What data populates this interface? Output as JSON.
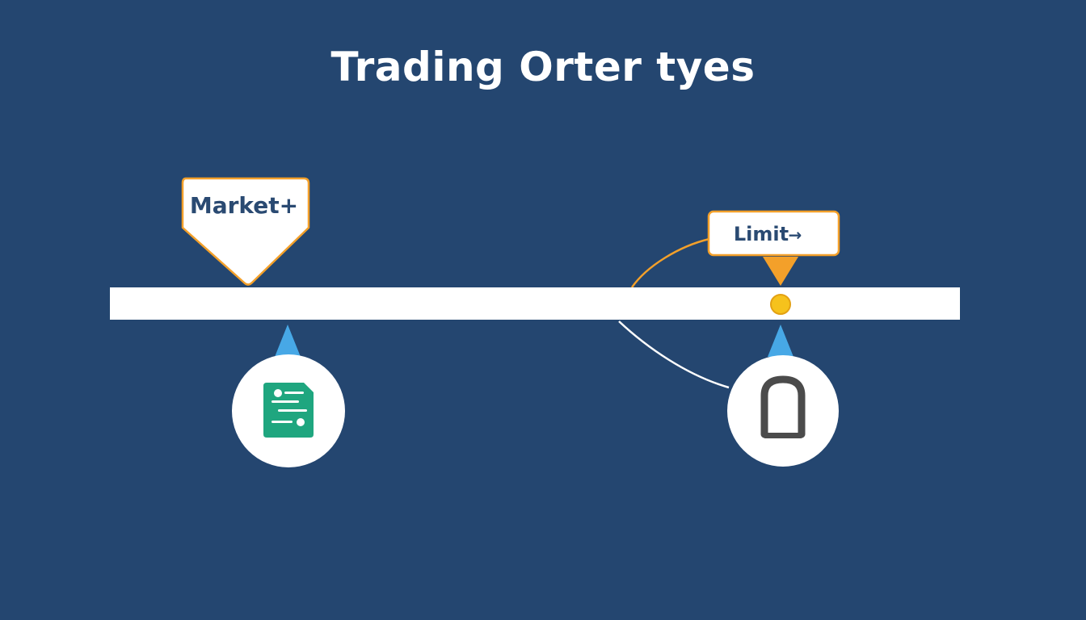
{
  "title": "Trading Orter tyes",
  "markers": {
    "market": {
      "label": "Market+",
      "icon": "document-icon"
    },
    "limit": {
      "label": "Limit",
      "arrow": "→",
      "icon": "lock-shackle-icon"
    }
  },
  "colors": {
    "background": "#244670",
    "track": "#ffffff",
    "accent_orange": "#f3a02a",
    "accent_blue": "#47a8e6",
    "point_yellow": "#f6c21c",
    "doc_green": "#1fa67f",
    "lock_gray": "#4b4b4b",
    "label_text": "#2a4a72"
  }
}
